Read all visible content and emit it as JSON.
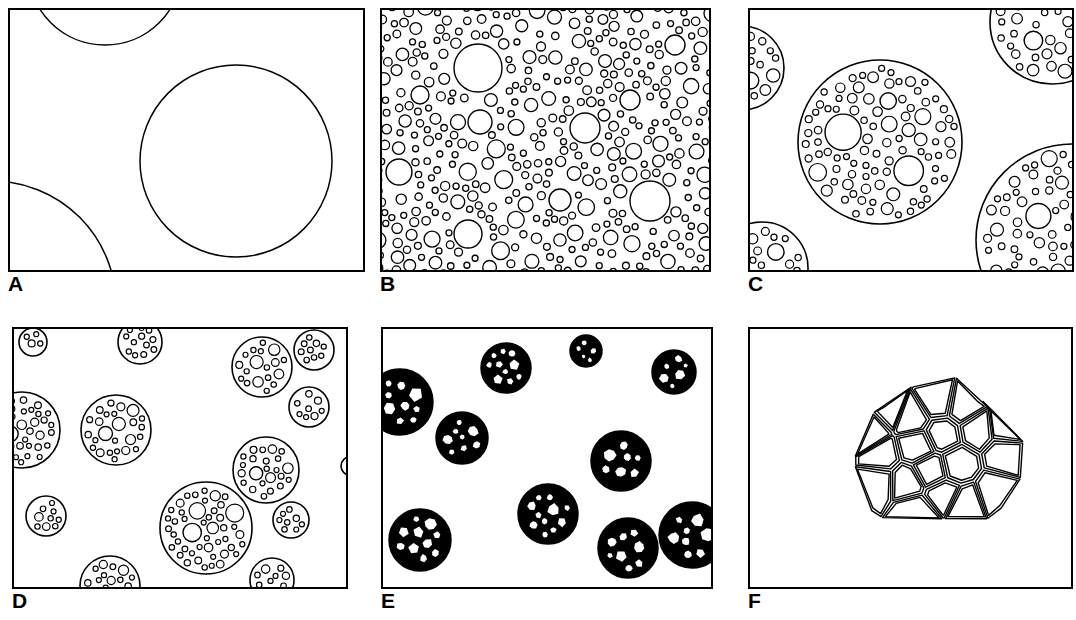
{
  "diagram": {
    "nodes": [
      {
        "text": [
          "A"
        ]
      },
      {
        "text": [
          "B"
        ]
      },
      {
        "text": [
          "C"
        ]
      },
      {
        "text": [
          "D"
        ]
      },
      {
        "text": [
          "E"
        ]
      },
      {
        "text": [
          "F"
        ]
      }
    ]
  }
}
